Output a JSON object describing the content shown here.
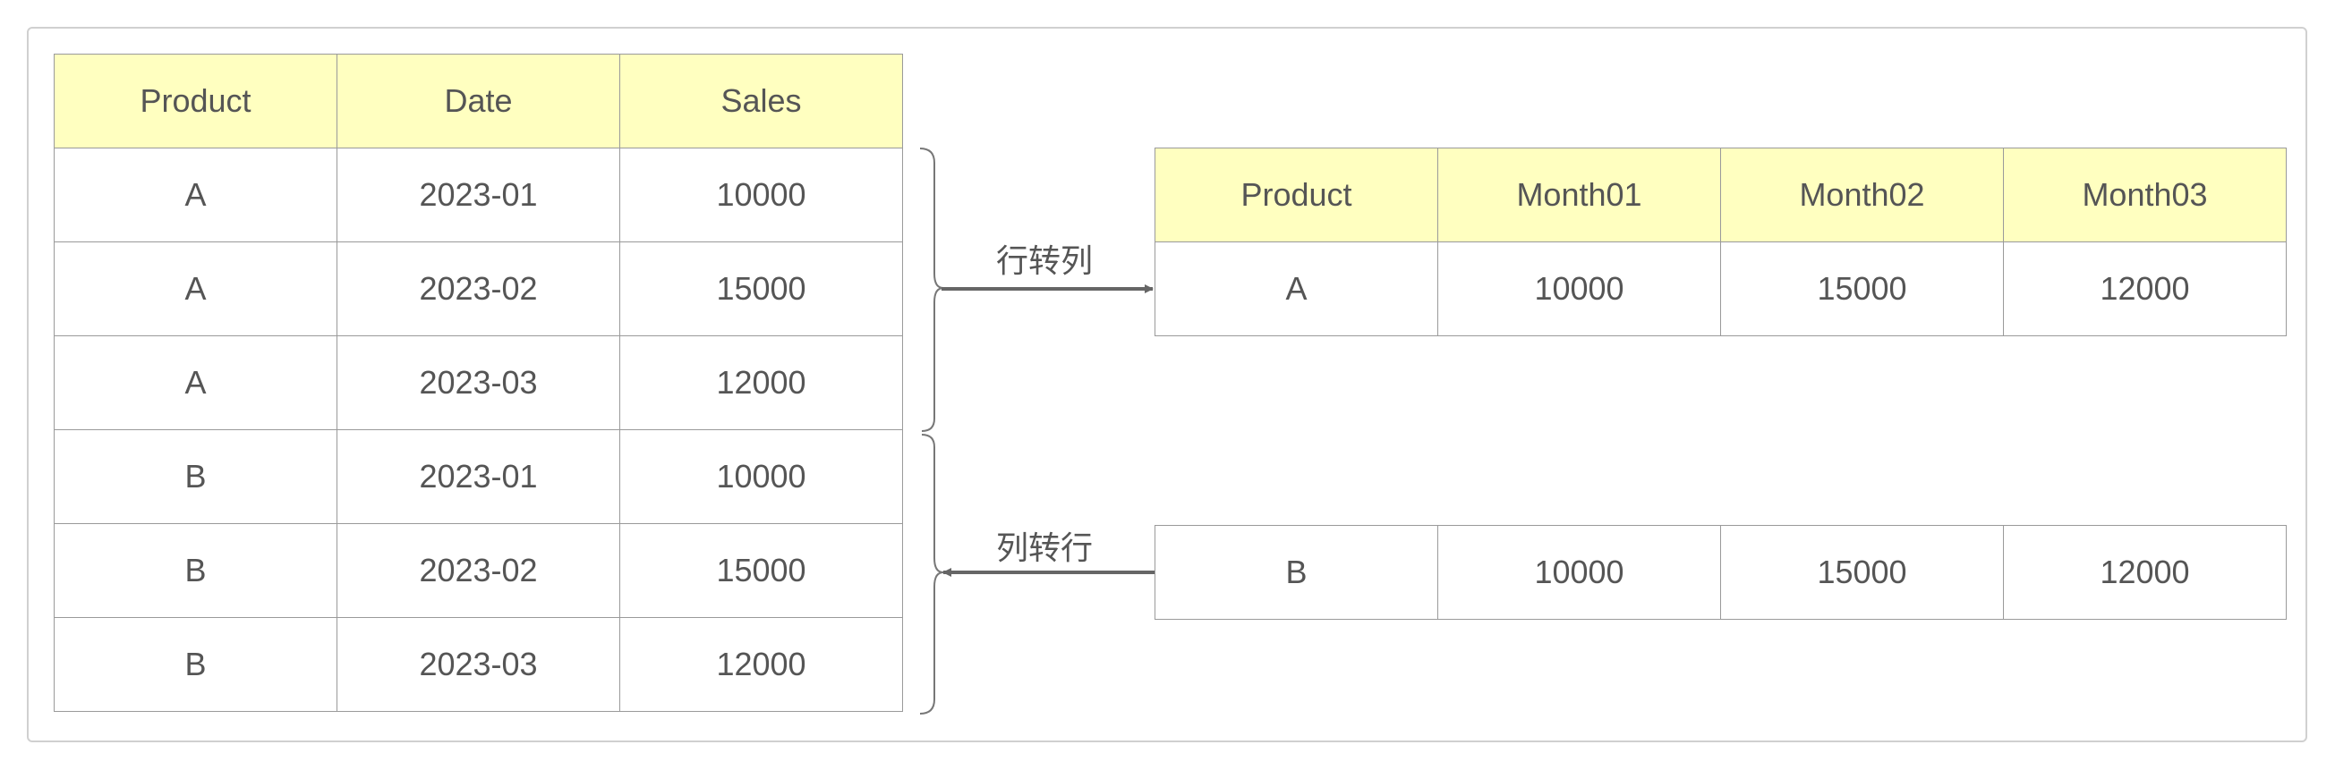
{
  "long_table": {
    "headers": [
      "Product",
      "Date",
      "Sales"
    ],
    "rows": [
      [
        "A",
        "2023-01",
        "10000"
      ],
      [
        "A",
        "2023-02",
        "15000"
      ],
      [
        "A",
        "2023-03",
        "12000"
      ],
      [
        "B",
        "2023-01",
        "10000"
      ],
      [
        "B",
        "2023-02",
        "15000"
      ],
      [
        "B",
        "2023-03",
        "12000"
      ]
    ]
  },
  "wide_table": {
    "headers": [
      "Product",
      "Month01",
      "Month02",
      "Month03"
    ],
    "row_a": [
      "A",
      "10000",
      "15000",
      "12000"
    ],
    "row_b": [
      "B",
      "10000",
      "15000",
      "12000"
    ]
  },
  "arrows": {
    "top_label": "行转列",
    "bottom_label": "列转行"
  },
  "colors": {
    "header_fill": "#ffffc0",
    "border": "#9a9a9a",
    "text": "#555555",
    "arrow": "#666666"
  }
}
